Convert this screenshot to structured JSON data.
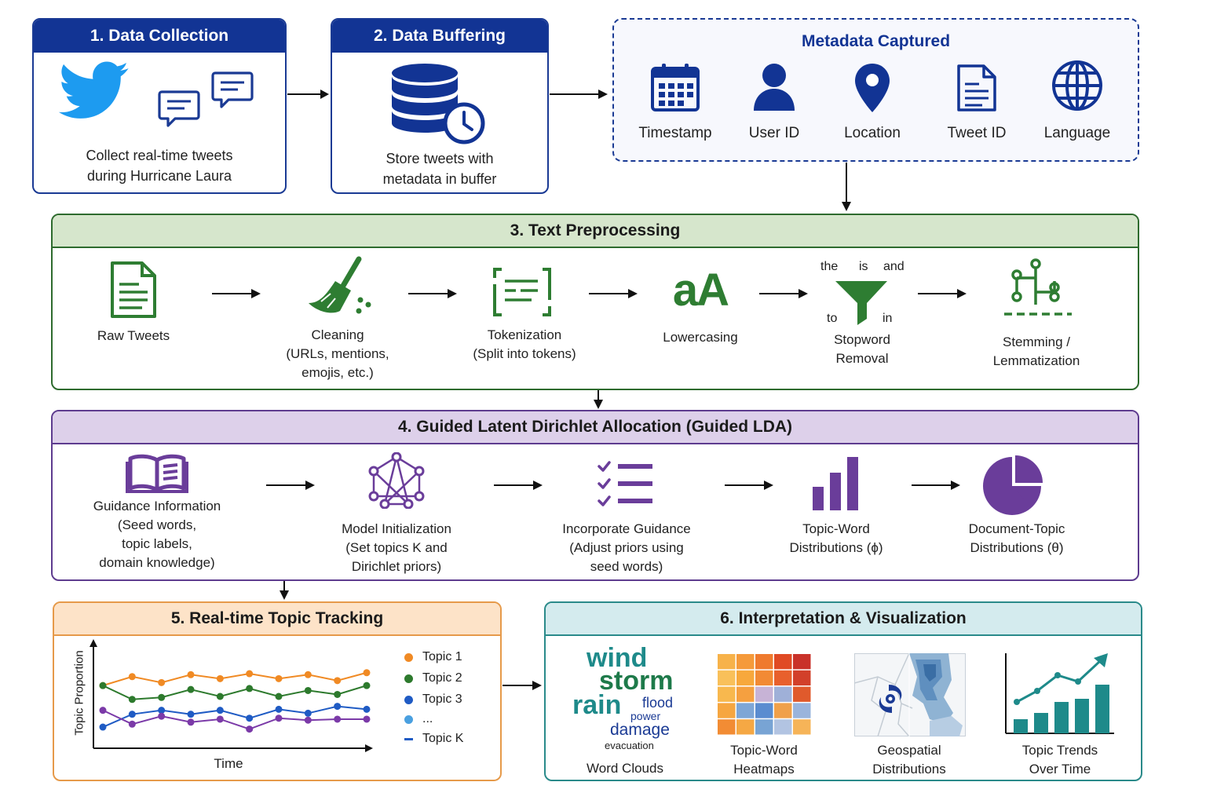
{
  "stage1": {
    "title": "1. Data Collection",
    "desc": "Collect real-time tweets\nduring Hurricane Laura"
  },
  "stage2": {
    "title": "2. Data Buffering",
    "desc": "Store tweets with\nmetadata in buffer"
  },
  "metadata": {
    "title": "Metadata Captured",
    "items": [
      {
        "label": "Timestamp",
        "icon": "calendar-icon"
      },
      {
        "label": "User ID",
        "icon": "user-icon"
      },
      {
        "label": "Location",
        "icon": "location-pin-icon"
      },
      {
        "label": "Tweet ID",
        "icon": "document-icon"
      },
      {
        "label": "Language",
        "icon": "globe-icon"
      }
    ]
  },
  "stage3": {
    "title": "3. Text Preprocessing",
    "steps": [
      {
        "label": "Raw Tweets",
        "icon": "document-icon"
      },
      {
        "label": "Cleaning\n(URLs, mentions,\nemojis, etc.)",
        "icon": "broom-icon"
      },
      {
        "label": "Tokenization\n(Split into tokens)",
        "icon": "tokenize-icon"
      },
      {
        "label": "Lowercasing",
        "icon": "lowercase-icon"
      },
      {
        "label": "Stopword\nRemoval",
        "icon": "funnel-icon"
      },
      {
        "label": "Stemming /\nLemmatization",
        "icon": "tree-icon"
      }
    ],
    "lowercase_glyph": "aA",
    "stopwords": {
      "w1": "the",
      "w2": "is",
      "w3": "and",
      "w4": "to",
      "w5": "in"
    }
  },
  "stage4": {
    "title": "4. Guided Latent Dirichlet Allocation (Guided LDA)",
    "steps": [
      {
        "label": "Guidance Information\n(Seed words,\ntopic labels,\ndomain knowledge)",
        "icon": "book-icon"
      },
      {
        "label": "Model Initialization\n(Set topics K and\nDirichlet priors)",
        "icon": "network-icon"
      },
      {
        "label": "Incorporate Guidance\n(Adjust priors using\nseed words)",
        "icon": "checklist-icon"
      },
      {
        "label": "Topic-Word\nDistributions (ϕ)",
        "icon": "bar-chart-icon"
      },
      {
        "label": "Document-Topic\nDistributions (θ)",
        "icon": "pie-chart-icon"
      }
    ]
  },
  "stage5": {
    "title": "5. Real-time Topic Tracking",
    "ylabel": "Topic Proportion",
    "xlabel": "Time",
    "legend": [
      {
        "name": "Topic 1",
        "color": "#f08a24"
      },
      {
        "name": "Topic 2",
        "color": "#2d7a2d"
      },
      {
        "name": "Topic 3",
        "color": "#1f5bc4"
      },
      {
        "name": "...",
        "color": "#4aa0e0"
      },
      {
        "name": "Topic K",
        "color": "#1f5bc4"
      }
    ]
  },
  "chart_data": {
    "type": "line",
    "xlabel": "Time",
    "ylabel": "Topic Proportion",
    "x": [
      1,
      2,
      3,
      4,
      5,
      6,
      7,
      8,
      9,
      10
    ],
    "series": [
      {
        "name": "Topic 1",
        "color": "#f08a24",
        "values": [
          0.61,
          0.7,
          0.64,
          0.72,
          0.68,
          0.73,
          0.68,
          0.72,
          0.66,
          0.74
        ]
      },
      {
        "name": "Topic 2",
        "color": "#2d7a2d",
        "values": [
          0.61,
          0.47,
          0.49,
          0.57,
          0.5,
          0.58,
          0.5,
          0.56,
          0.52,
          0.61
        ]
      },
      {
        "name": "Topic 3",
        "color": "#1f5bc4",
        "values": [
          0.19,
          0.32,
          0.36,
          0.32,
          0.36,
          0.28,
          0.37,
          0.33,
          0.4,
          0.37
        ]
      },
      {
        "name": "Topic K",
        "color": "#7b3aa8",
        "values": [
          0.36,
          0.22,
          0.3,
          0.24,
          0.27,
          0.17,
          0.28,
          0.26,
          0.27,
          0.27
        ]
      }
    ]
  },
  "stage6": {
    "title": "6. Interpretation & Visualization",
    "panels": [
      {
        "label": "Word Clouds"
      },
      {
        "label": "Topic-Word\nHeatmaps"
      },
      {
        "label": "Geospatial\nDistributions"
      },
      {
        "label": "Topic Trends\nOver Time"
      }
    ],
    "wordcloud": {
      "w1": "wind",
      "w2": "storm",
      "w3": "rain",
      "w4": "flood",
      "w5": "power",
      "w6": "damage",
      "w7": "evacuation"
    },
    "colors": {
      "teal": "#1e8a8a",
      "navy": "#1a3a94"
    }
  }
}
